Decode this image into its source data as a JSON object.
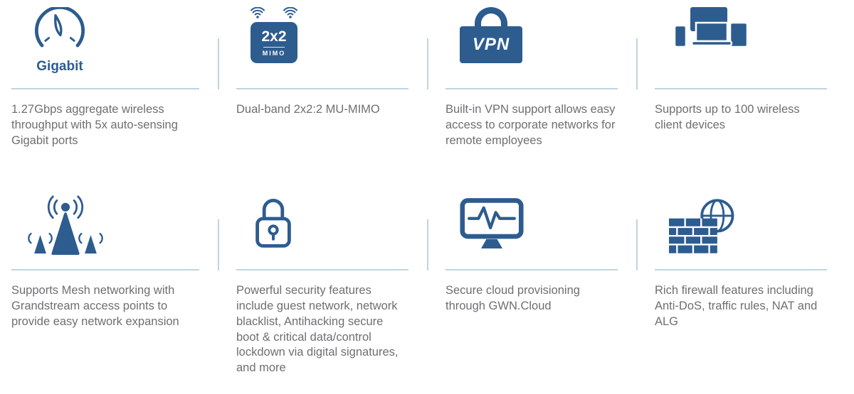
{
  "theme": {
    "icon_color": "#2d5c8f",
    "line_color": "#bfd4e2",
    "text_color": "#6e6f72"
  },
  "features": [
    {
      "id": "gigabit",
      "icon": "gauge-icon",
      "icon_label": "Gigabit",
      "description": "1.27Gbps aggregate wireless throughput with 5x auto-sensing Gigabit ports"
    },
    {
      "id": "mimo",
      "icon": "mimo-badge-icon",
      "badge_top": "2x2",
      "badge_bottom": "MIMO",
      "description": "Dual-band 2x2:2 MU-MIMO"
    },
    {
      "id": "vpn",
      "icon": "vpn-lock-icon",
      "icon_label": "VPN",
      "description": "Built-in VPN support allows easy access to corporate networks for remote employees"
    },
    {
      "id": "clients",
      "icon": "devices-icon",
      "description": "Supports up to 100 wireless client devices"
    },
    {
      "id": "mesh",
      "icon": "mesh-network-icon",
      "description": "Supports Mesh networking with Grandstream access points to provide easy network expansion"
    },
    {
      "id": "security",
      "icon": "security-lock-icon",
      "description": "Powerful security features include guest network, network blacklist, Antihacking secure boot & critical data/control lockdown via digital signatures, and more"
    },
    {
      "id": "cloud",
      "icon": "cloud-monitor-icon",
      "description": "Secure cloud provisioning through GWN.Cloud"
    },
    {
      "id": "firewall",
      "icon": "firewall-icon",
      "description": "Rich firewall features including Anti-DoS, traffic rules, NAT and ALG"
    }
  ]
}
